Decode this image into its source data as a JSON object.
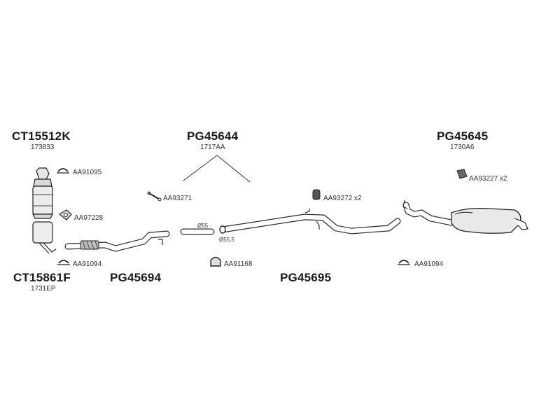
{
  "groups": {
    "ct15512k": {
      "code": "CT15512K",
      "ref": "173833"
    },
    "pg45644": {
      "code": "PG45644",
      "ref": "1717AA"
    },
    "pg45645": {
      "code": "PG45645",
      "ref": "1730A6"
    },
    "ct15861f": {
      "code": "CT15861F",
      "ref": "1731EP"
    },
    "pg45694": {
      "code": "PG45694"
    },
    "pg45695": {
      "code": "PG45695"
    }
  },
  "parts": {
    "aa91095": "AA91095",
    "aa97228": "AA97228",
    "aa91094_left": "AA91094",
    "aa93271": "AA93271",
    "aa91168": "AA91168",
    "aa93272": "AA93272 x2",
    "aa93227": "AA93227 x2",
    "aa91094_right": "AA91094"
  },
  "dimensions": {
    "d55": "Ø55",
    "d55_5": "Ø55,5"
  },
  "icons": [
    "catalytic-converter-icon",
    "clamp-icon",
    "gasket-icon",
    "hanger-icon",
    "bolt-icon",
    "silencer-icon",
    "pipe-icon"
  ]
}
